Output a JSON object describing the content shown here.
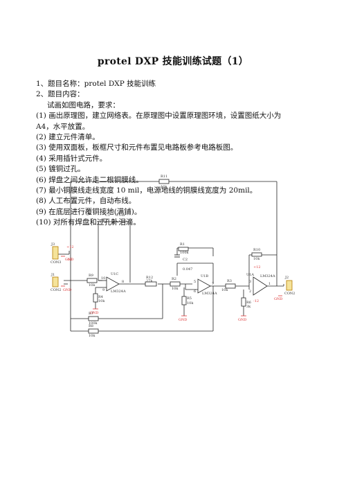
{
  "doc": {
    "title": "protel DXP  技能训练试题（1）",
    "lines": [
      "1、题目名称：protel DXP 技能训练",
      "2、题目内容：",
      "试画如图电路，要求：",
      "(1) 画出原理图，建立网络表。在原理图中设置原理图环境，设置图纸大小为",
      "A4，水平放置。",
      "(2) 建立元件清单。",
      "(3) 使用双面板，板框尺寸和元件布置见电路板参考电路板图。",
      "(4) 采用插针式元件。",
      "(5) 镀铜过孔。",
      "(6) 焊盘之间允许走二根铜膜线。",
      "(7) 最小铜膜线走线宽度 10 mil，电源地线的铜膜线宽度为 20mil。",
      "(8) 人工布置元件，自动布线。",
      "(9) 在底层进行覆铜接地(满铺)。",
      "(10) 对所有焊盘和过孔补泪滴。"
    ]
  },
  "schematic": {
    "labels": {
      "r11": "R11",
      "r11v": "10k",
      "c1": "C1",
      "c1v": "0.1uF",
      "r1": "R1",
      "r1v": "100k",
      "c2": "C2",
      "c2v": "0.047",
      "r10": "R10",
      "r10v": "10k",
      "j3": "J3",
      "j3n": "CON3",
      "j1": "J1",
      "j1n": "CON2",
      "j2": "J2",
      "j2n": "CON2",
      "r9": "R9",
      "r9v": "10k",
      "u1c": "U1C",
      "u1cn": "LM324A",
      "r4": "R4",
      "r4v": "10k",
      "r12": "R12",
      "r12v": "27k",
      "r2": "R2",
      "r2v": "10k",
      "u1b": "U1B",
      "u1bn": "LM324A",
      "r5": "R5",
      "r5v": "10k",
      "r3": "R3",
      "r3v": "10k",
      "u1a": "U1A",
      "u1an": "LM324A",
      "r6": "R6",
      "r6v": "3k",
      "r7": "R7",
      "r7v": "100k",
      "r8": "R8",
      "r8v": "10k",
      "vcc1": "+12",
      "vee1": "-12",
      "vcc2": "+12",
      "vee2": "-12",
      "gnd": "GND",
      "pin10": "10",
      "pin9": "9",
      "pin8": "8",
      "pin5": "5",
      "pin6": "6",
      "pin7": "7",
      "pin3": "3",
      "pin2": "2",
      "pin1": "1"
    }
  }
}
